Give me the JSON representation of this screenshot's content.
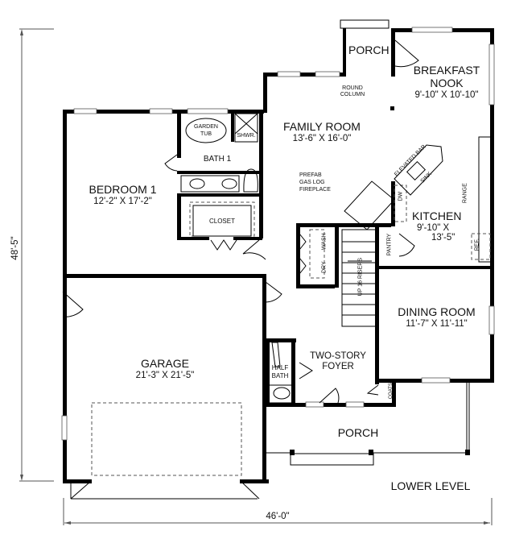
{
  "plan": {
    "title": "LOWER LEVEL",
    "dimensions": {
      "width": "46'-0\"",
      "depth": "48'-5\""
    }
  },
  "rooms": {
    "porch_rear": {
      "name": "PORCH"
    },
    "breakfast_nook": {
      "name_line1": "BREAKFAST",
      "name_line2": "NOOK",
      "size": "9'-10\" X 10'-10\""
    },
    "family_room": {
      "name": "FAMILY ROOM",
      "size": "13'-6\" X 16'-0\""
    },
    "bedroom1": {
      "name": "BEDROOM 1",
      "size": "12'-2\" X 17'-2\""
    },
    "bath1": {
      "name": "BATH 1"
    },
    "garden_tub": {
      "line1": "GARDEN",
      "line2": "TUB"
    },
    "shower": {
      "name": "SHWR."
    },
    "closet": {
      "name": "CLOSET"
    },
    "kitchen": {
      "name": "KITCHEN",
      "size_line1": "9'-10\" X",
      "size_line2": "13'-5\""
    },
    "dining_room": {
      "name": "DINING ROOM",
      "size": "11'-7\" X 11'-11\""
    },
    "garage": {
      "name": "GARAGE",
      "size": "21'-3\" X 21'-5\""
    },
    "foyer": {
      "line1": "TWO-STORY",
      "line2": "FOYER"
    },
    "half_bath": {
      "line1": "HALF",
      "line2": "BATH"
    },
    "porch_front": {
      "name": "PORCH"
    },
    "pantry": {
      "name": "PANTRY"
    },
    "coats": {
      "name": "COATS"
    }
  },
  "fixtures": {
    "round_column": {
      "line1": "ROUND",
      "line2": "COLUMN"
    },
    "fireplace": {
      "line1": "PREFAB",
      "line2": "GAS LOG",
      "line3": "FIREPLACE"
    },
    "elevated_bar": "ELEVATED BAR",
    "sink": "SINK",
    "dishwasher": "DW",
    "range": "RANGE",
    "refrigerator": "REF.",
    "washer": "WASH",
    "dryer": "DRY",
    "stairs": "UP 16 RISERS"
  }
}
